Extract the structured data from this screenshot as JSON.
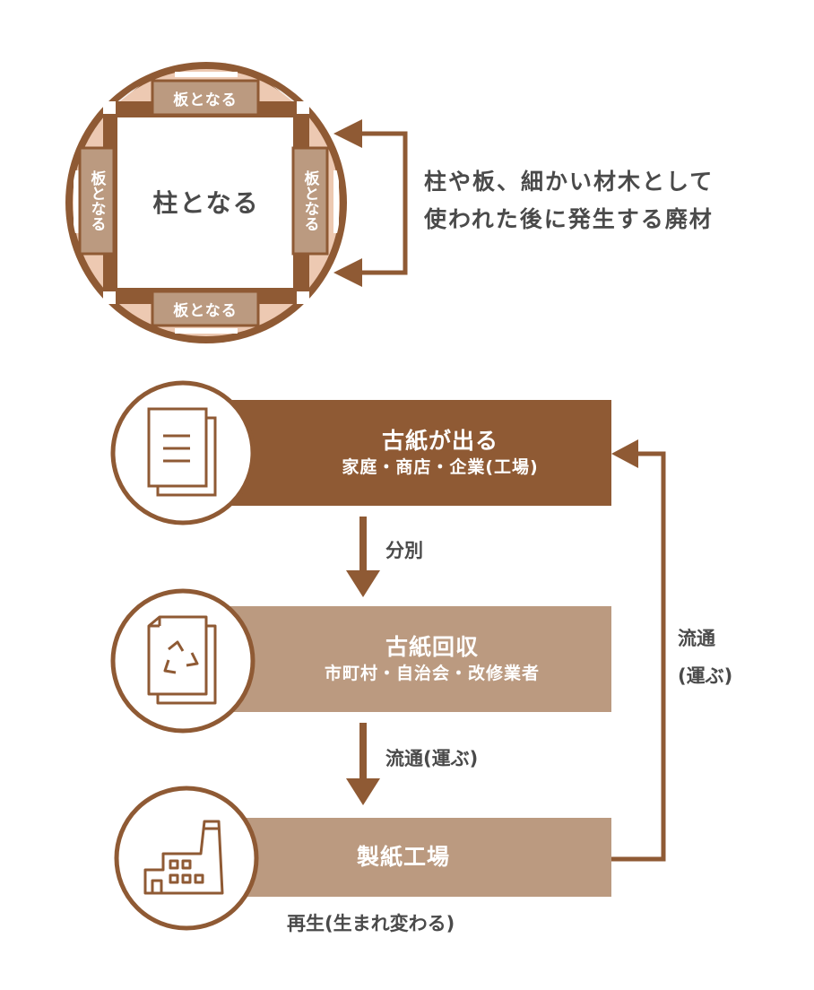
{
  "log_section": {
    "center_label": "柱となる",
    "top_board": "板となる",
    "bottom_board": "板となる",
    "left_board": "板となる",
    "right_board": "板となる",
    "description_line1": "柱や板、細かい材木として",
    "description_line2": "使われた後に発生する廃材"
  },
  "flow": {
    "step1": {
      "title": "古紙が出る",
      "subtitle": "家庭・商店・企業(工場)",
      "icon": "document-icon"
    },
    "arrow1_label": "分別",
    "step2": {
      "title": "古紙回収",
      "subtitle": "市町村・自治会・改修業者",
      "icon": "recycle-document-icon"
    },
    "arrow2_label": "流通(運ぶ)",
    "step3": {
      "title": "製紙工場",
      "icon": "factory-icon"
    },
    "step3_caption": "再生(生まれ変わる)",
    "loop_label_line1": "流通",
    "loop_label_line2": "(運ぶ)"
  },
  "colors": {
    "dark_brown": "#8f5a34",
    "light_brown": "#bb9a80",
    "peach": "#edc9b2",
    "text_gray": "#4a4a4a"
  }
}
